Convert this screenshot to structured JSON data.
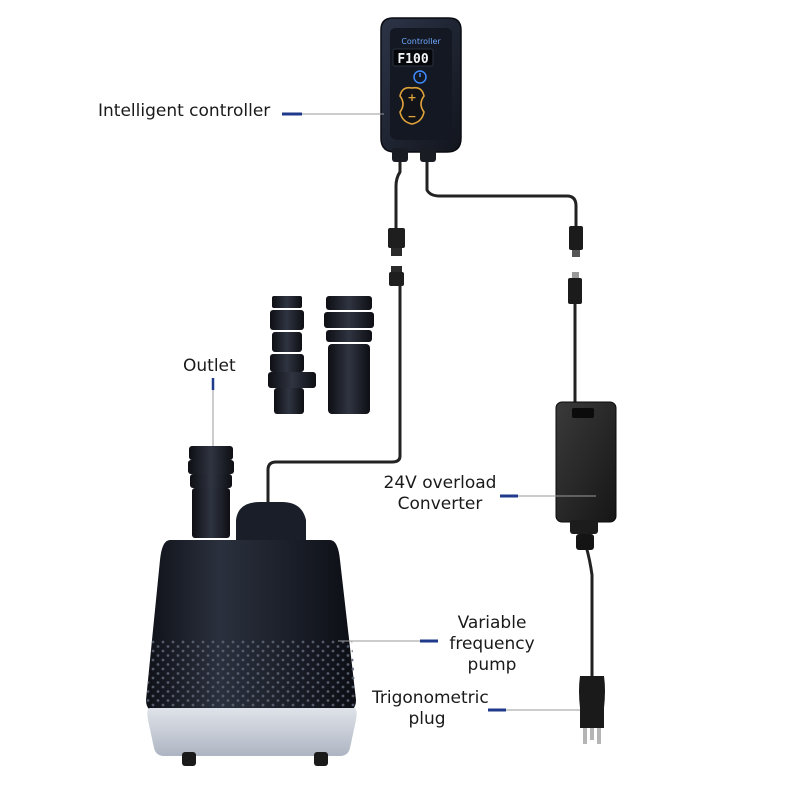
{
  "labels": {
    "controller": "Intelligent controller",
    "outlet": "Outlet",
    "converter_line1": "24V overload",
    "converter_line2": "Converter",
    "pump_line1": "Variable",
    "pump_line2": "frequency",
    "pump_line3": "pump",
    "plug_line1": "Trigonometric",
    "plug_line2": "plug"
  },
  "controller_display": {
    "brand": "Controller",
    "readout": "F100"
  },
  "colors": {
    "leader_accent": "#1f3a8a",
    "leader_line": "#9a9a9a",
    "device_body": "#1d2230",
    "cable": "#222222"
  }
}
